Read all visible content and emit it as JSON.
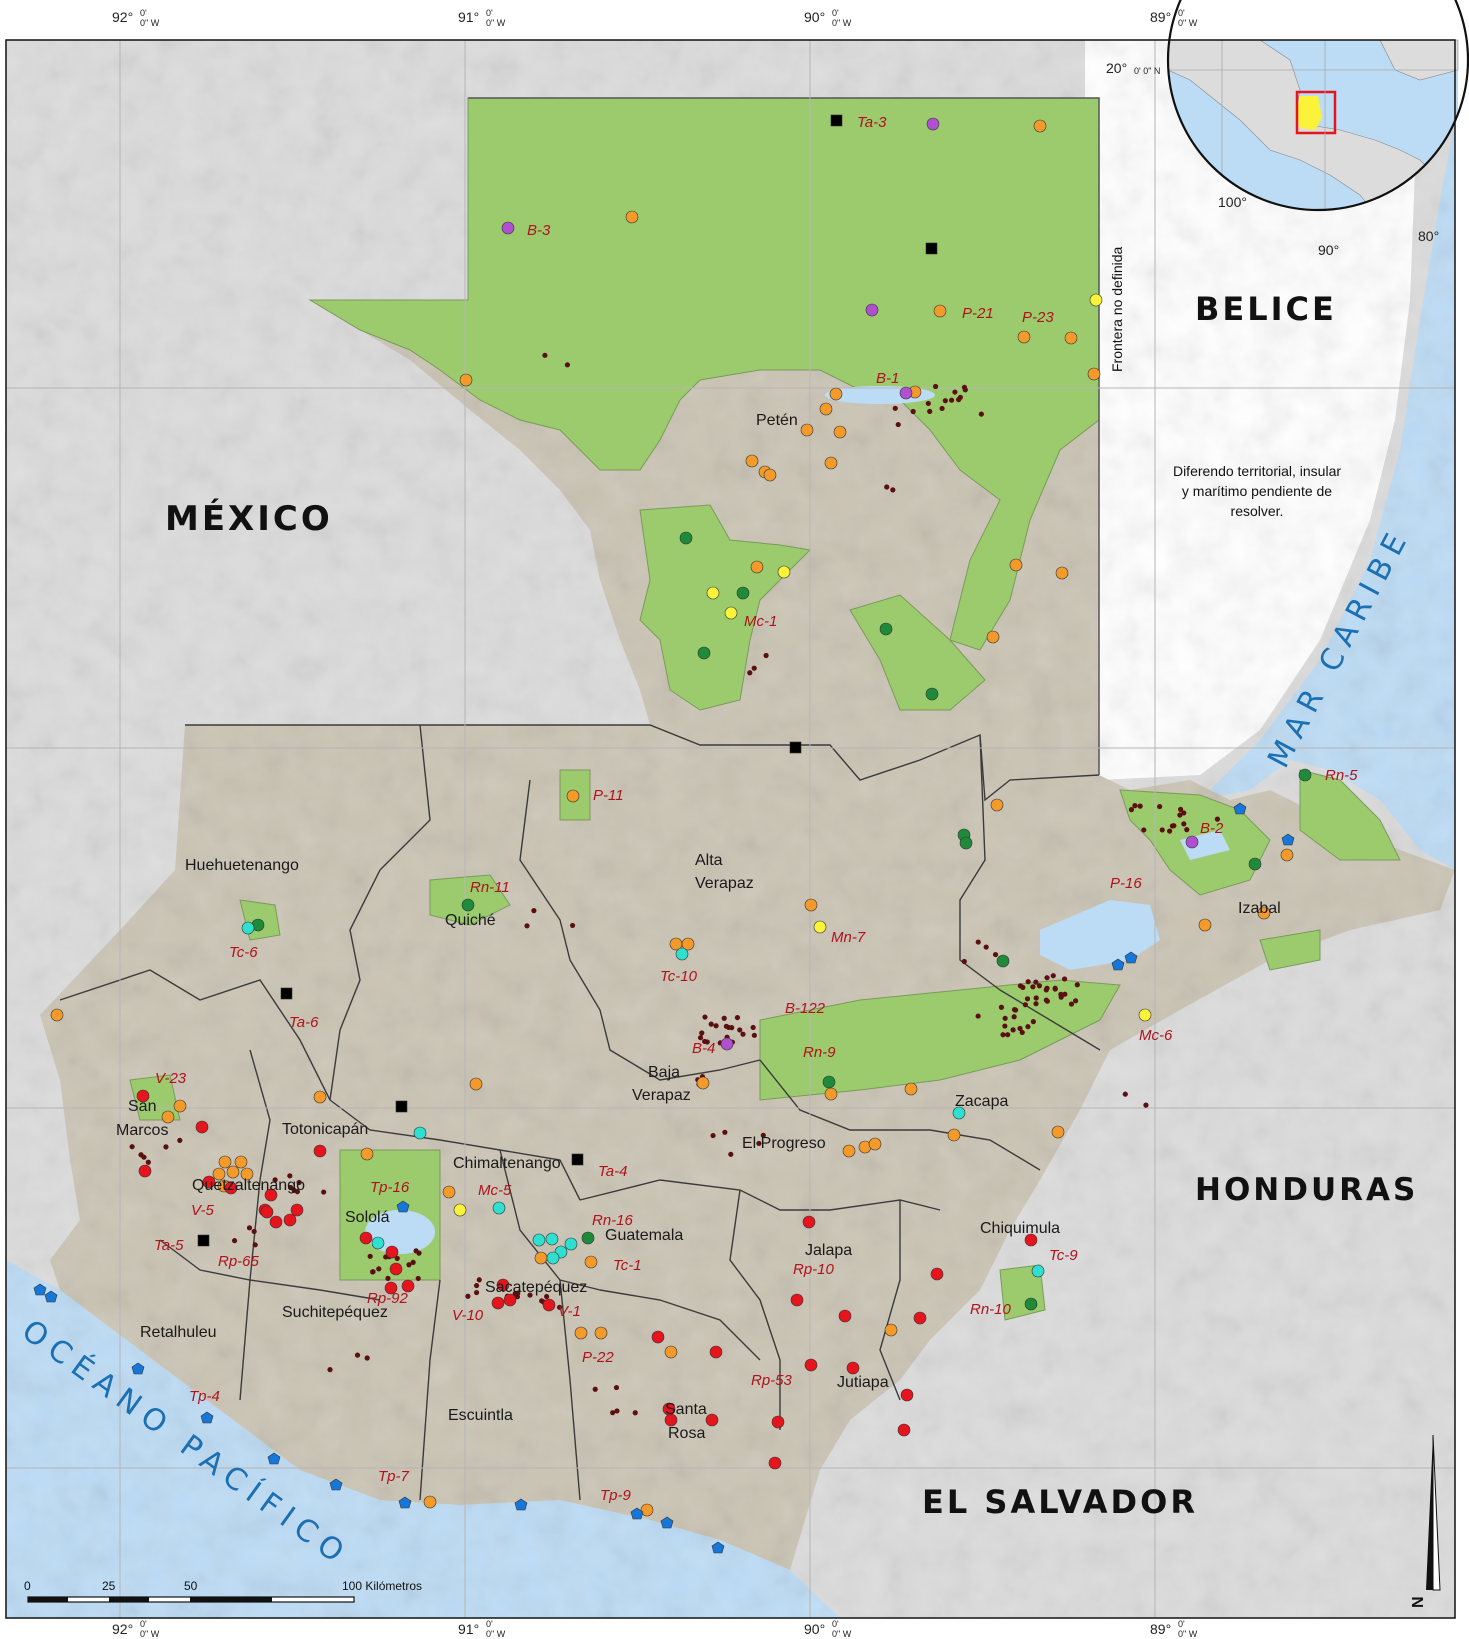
{
  "countries": {
    "mexico": "MÉXICO",
    "belice": "BELICE",
    "honduras": "HONDURAS",
    "el_salvador": "EL SALVADOR"
  },
  "water": {
    "pacific": "OCÉANO PACÍFICO",
    "caribbean": "MAR CARIBE"
  },
  "notes": {
    "border": "Frontera no definida",
    "dispute_1": "Diferendo territorial, insular",
    "dispute_2": "y marítimo pendiente de",
    "dispute_3": "resolver."
  },
  "departments": {
    "peten": "Petén",
    "huehuetenango": "Huehuetenango",
    "quiche": "Quiché",
    "alta_verapaz_1": "Alta",
    "alta_verapaz_2": "Verapaz",
    "izabal": "Izabal",
    "baja_verapaz_1": "Baja",
    "baja_verapaz_2": "Verapaz",
    "el_progreso": "El Progreso",
    "zacapa": "Zacapa",
    "san_marcos_1": "San",
    "san_marcos_2": "Marcos",
    "totonicapan": "Totonicapán",
    "quetzaltenango": "Quetzaltenango",
    "solola": "Sololá",
    "chimaltenango": "Chimaltenango",
    "guatemala": "Guatemala",
    "sacatepequez": "Sacatepéquez",
    "jalapa": "Jalapa",
    "chiquimula": "Chiquimula",
    "retalhuleu": "Retalhuleu",
    "suchitepequez": "Suchitepéquez",
    "escuintla": "Escuintla",
    "santa_rosa_1": "Santa",
    "santa_rosa_2": "Rosa",
    "jutiapa": "Jutiapa"
  },
  "sites": {
    "ta3": "Ta-3",
    "b3": "B-3",
    "p21": "P-21",
    "p23": "P-23",
    "b1": "B-1",
    "mc1": "Mc-1",
    "p11": "P-11",
    "rn5": "Rn-5",
    "b2": "B-2",
    "p16": "P-16",
    "rn11": "Rn-11",
    "tc6": "Tc-6",
    "ta6": "Ta-6",
    "mn7": "Mn-7",
    "tc10": "Tc-10",
    "b122": "B-122",
    "b4": "B-4",
    "rn9": "Rn-9",
    "mc6": "Mc-6",
    "v23": "V-23",
    "tp16": "Tp-16",
    "mc5": "Mc-5",
    "ta4": "Ta-4",
    "rn16": "Rn-16",
    "tc1": "Tc-1",
    "v5": "V-5",
    "ta5": "Ta-5",
    "rp65": "Rp-65",
    "rp92": "Rp-92",
    "v10": "V-10",
    "v1": "V-1",
    "p22": "P-22",
    "rp10": "Rp-10",
    "tc9": "Tc-9",
    "rn10": "Rn-10",
    "rp53": "Rp-53",
    "tp4": "Tp-4",
    "tp7": "Tp-7",
    "tp9": "Tp-9"
  },
  "graticule": {
    "lon_92": "92°",
    "lon_91": "91°",
    "lon_90": "90°",
    "lon_89": "89°",
    "minutes": "0'",
    "seconds": "0\" W",
    "inset_lat_20": "20°",
    "inset_lat_20_suffix": "0'  0\" N",
    "inset_lon_100": "100°",
    "inset_lon_90": "90°",
    "inset_lon_80": "80°"
  },
  "scale_bar": {
    "t0": "0",
    "t25": "25",
    "t50": "50",
    "t100": "100 Kilómetros"
  },
  "north": "N",
  "colors": {
    "sea": "#bcdcf6",
    "neighbor": "#dcdcdc",
    "terrain": "#cbc4b4",
    "protected": "#9ccb6e",
    "orange": "#f39a2a",
    "red": "#e5141d",
    "purple": "#b04fd0",
    "yellow": "#fbf33a",
    "green": "#1f8b3a",
    "cyan": "#2fe0d0",
    "darkred": "#5a0f10",
    "blue": "#1677d8",
    "black": "#000000"
  }
}
